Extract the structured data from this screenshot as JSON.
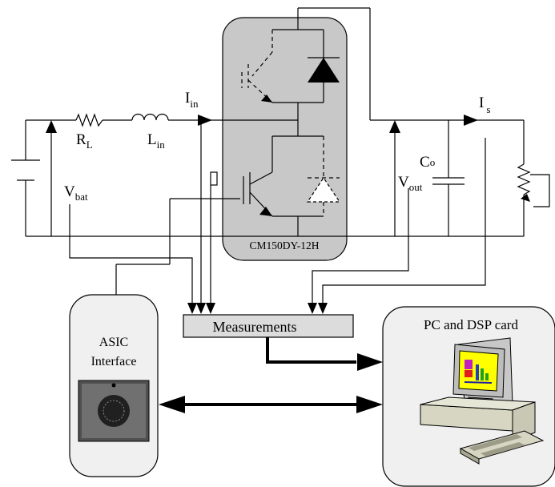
{
  "labels": {
    "r_l": {
      "main": "R",
      "sub": "L"
    },
    "l_in": {
      "main": "L",
      "sub": "in"
    },
    "i_in": {
      "main": "I",
      "sub": "in"
    },
    "i_s": {
      "main": "I",
      "sub": "s"
    },
    "v_bat": {
      "main": "V",
      "sub": "bat"
    },
    "v_out": {
      "main": "V",
      "sub": "out"
    },
    "c_o": {
      "main": "C",
      "sub": "o"
    }
  },
  "module": {
    "label": "CM150DY-12H"
  },
  "measurements": {
    "label": "Measurements"
  },
  "asic": {
    "line1": "ASIC",
    "line2": "Interface"
  },
  "pc": {
    "label": "PC and DSP card"
  },
  "colors": {
    "module_fill": "#c8c8c8",
    "box_fill": "#dcdcdc",
    "panel_fill": "#f0f0f0",
    "screen_yellow": "#ffff00",
    "monitor_beige": "#c8c8c8",
    "keyboard_beige": "#d6d6c2",
    "chip_dark": "#505050"
  },
  "icons": [
    "battery-icon",
    "resistor-icon",
    "inductor-icon",
    "igbt-icon",
    "diode-icon",
    "capacitor-icon",
    "variable-resistor-icon",
    "asic-chip-icon",
    "computer-icon"
  ]
}
